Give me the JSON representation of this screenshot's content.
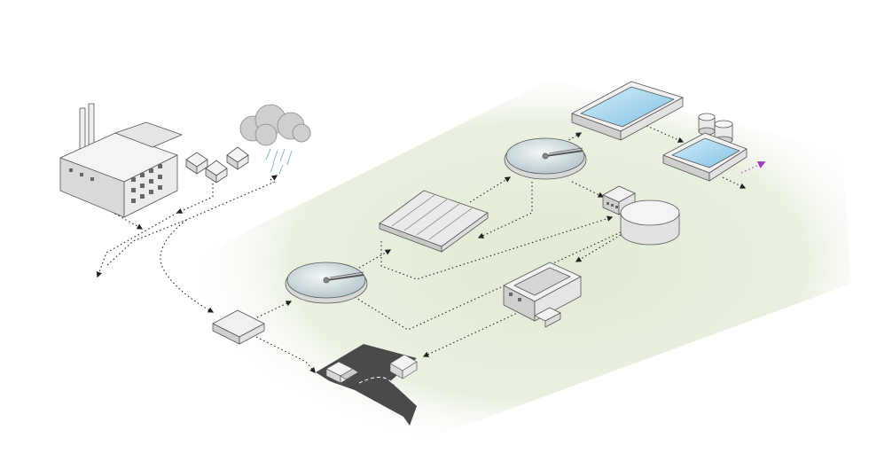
{
  "diagram": {
    "nodes": [
      {
        "id": "factory",
        "kind": "industrial-source"
      },
      {
        "id": "houses",
        "kind": "domestic-source"
      },
      {
        "id": "rain-cloud",
        "kind": "stormwater-source"
      },
      {
        "id": "screening-box",
        "kind": "preliminary-treatment"
      },
      {
        "id": "primary-clarifier",
        "kind": "primary-clarifier"
      },
      {
        "id": "aeration-basin",
        "kind": "aeration-basin"
      },
      {
        "id": "secondary-clarifier",
        "kind": "secondary-clarifier"
      },
      {
        "id": "filter-basin",
        "kind": "filtration"
      },
      {
        "id": "disinfection-basin",
        "kind": "disinfection"
      },
      {
        "id": "storage-tanks",
        "kind": "chemical-storage"
      },
      {
        "id": "digester",
        "kind": "sludge-digester"
      },
      {
        "id": "dewatering-building",
        "kind": "sludge-dewatering"
      },
      {
        "id": "truck-loading-road",
        "kind": "sludge-transport"
      }
    ],
    "flows": [
      {
        "from": "factory",
        "to": "screening-box"
      },
      {
        "from": "houses",
        "to": "screening-box"
      },
      {
        "from": "rain-cloud",
        "to": "screening-box"
      },
      {
        "from": "screening-box",
        "to": "primary-clarifier"
      },
      {
        "from": "screening-box",
        "to": "truck-loading-road"
      },
      {
        "from": "primary-clarifier",
        "to": "aeration-basin"
      },
      {
        "from": "aeration-basin",
        "to": "secondary-clarifier"
      },
      {
        "from": "secondary-clarifier",
        "to": "filter-basin"
      },
      {
        "from": "secondary-clarifier",
        "to": "aeration-basin"
      },
      {
        "from": "secondary-clarifier",
        "to": "digester"
      },
      {
        "from": "filter-basin",
        "to": "disinfection-basin"
      },
      {
        "from": "disinfection-basin",
        "to": "discharge"
      },
      {
        "from": "primary-clarifier",
        "to": "digester"
      },
      {
        "from": "digester",
        "to": "dewatering-building"
      },
      {
        "from": "dewatering-building",
        "to": "truck-loading-road"
      }
    ]
  },
  "colors": {
    "ground": "#e3ecd8",
    "building": "#eeeeee",
    "building_shade": "#cfcfcf",
    "outline": "#555555",
    "water": "#a9d7ef",
    "water_dark": "#6fb6dd",
    "road": "#4a4a4a",
    "flow_line": "#222222",
    "discharge_arrow": "#9b3fb5",
    "cloud": "#c9c9c9",
    "rain": "#7fb6d6"
  }
}
